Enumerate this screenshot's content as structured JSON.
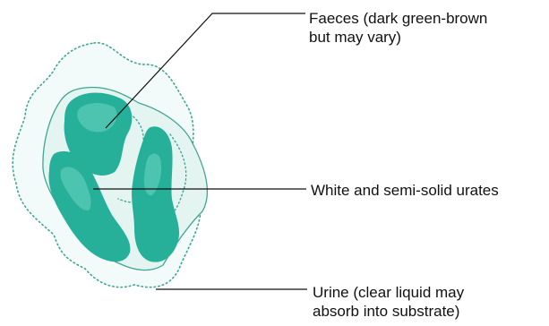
{
  "labels": {
    "faeces": {
      "line1": "Faeces (dark green-brown",
      "line2": "but may vary)"
    },
    "urates": {
      "line1": "White and semi-solid urates"
    },
    "urine": {
      "line1": "Urine (clear liquid may",
      "line2": "absorb into substrate)"
    }
  },
  "colors": {
    "faeces_fill": "#26B09A",
    "faeces_highlight": "#5CCDB9",
    "urates_fill": "#E4F5F1",
    "urine_fill": "#F2FBF9",
    "outline": "#3FA693",
    "leader_line": "#111111"
  }
}
